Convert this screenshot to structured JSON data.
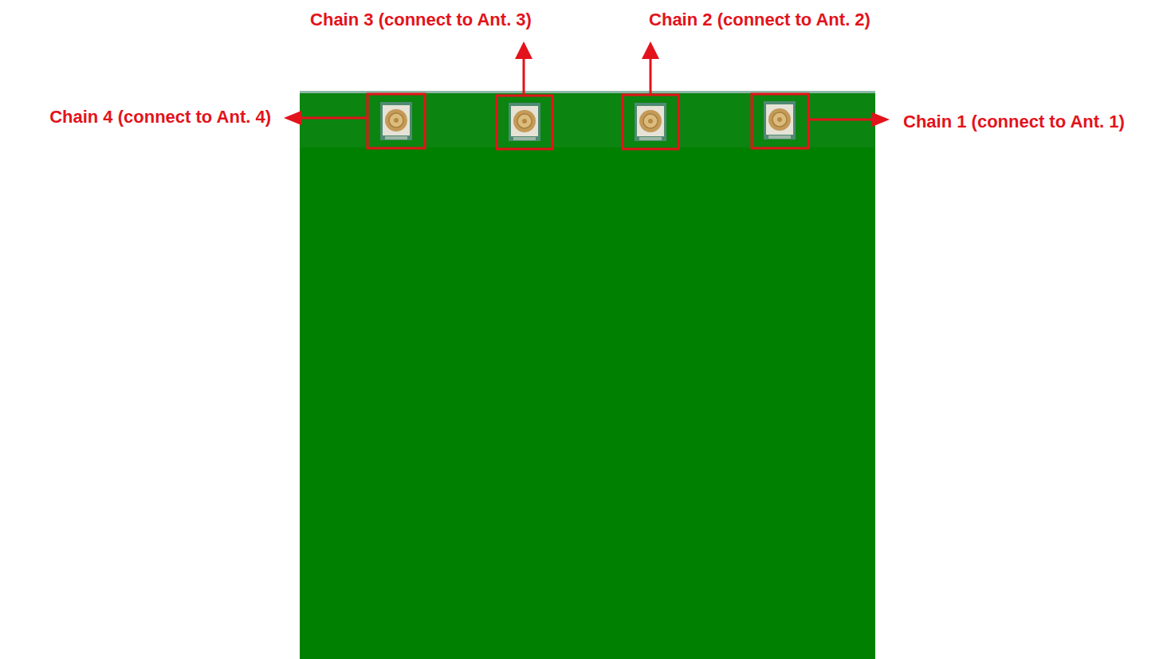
{
  "diagram": {
    "labels": [
      "Chain 3 (connect to Ant. 3)",
      "Chain 2 (connect to Ant. 2)",
      "Chain 4 (connect to Ant. 4)",
      "Chain 1 (connect to Ant. 1)"
    ]
  }
}
